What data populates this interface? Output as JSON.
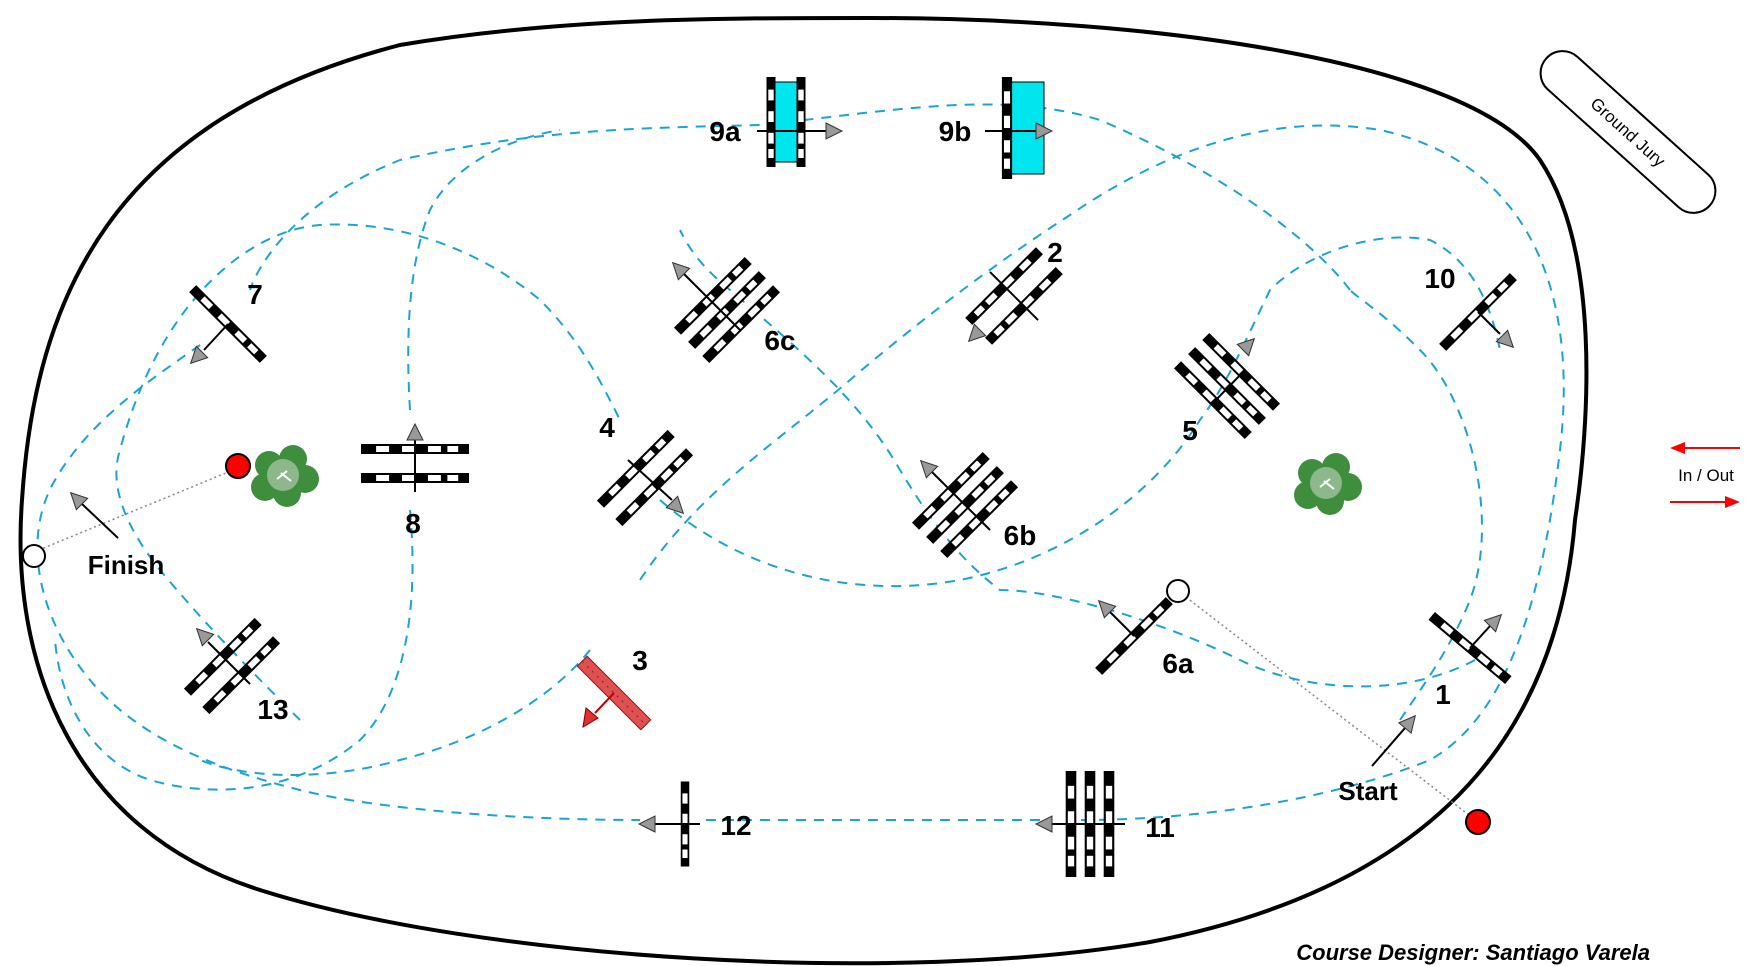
{
  "labels": {
    "fence_9a": "9a",
    "fence_9b": "9b",
    "fence_2": "2",
    "fence_10": "10",
    "fence_7": "7",
    "fence_6c": "6c",
    "fence_5": "5",
    "fence_4": "4",
    "fence_8": "8",
    "fence_6b": "6b",
    "fence_6a": "6a",
    "fence_3": "3",
    "fence_13": "13",
    "fence_1": "1",
    "fence_12": "12",
    "fence_11": "11",
    "finish": "Finish",
    "start": "Start",
    "ground_jury": "Ground Jury",
    "in_out": "In / Out",
    "credit": "Course Designer: Santiago Varela"
  },
  "colors": {
    "route": "#1aa3d6",
    "water_jump": "#00e5ee",
    "flag_red": "#ff0000",
    "liverpool_red": "#e05050",
    "bush_green": "#3e8e3e",
    "arrow_grey": "#999999"
  },
  "icons": [
    "direction-arrow-icon",
    "tree-bush-icon",
    "flag-marker-icon",
    "in-out-arrow-icon"
  ]
}
